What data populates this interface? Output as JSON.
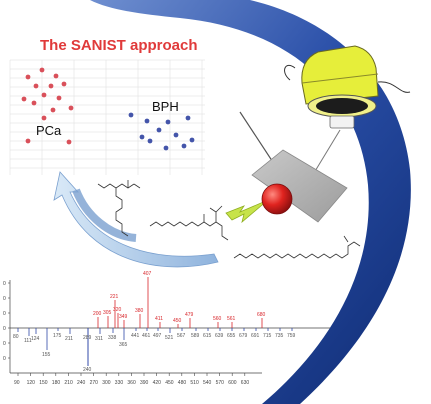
{
  "header": {
    "title": "The SANIST approach"
  },
  "clusters": {
    "pca": {
      "label": "PCa",
      "color": "#d9505a"
    },
    "bph": {
      "label": "BPH",
      "color": "#4455aa"
    }
  },
  "colors": {
    "swoosh_blue": "#1d3f8f",
    "arrow_green": "#c7e34a",
    "ion_source_yellow": "#e6ee3a",
    "droplet_red": "#d91e1e",
    "spectrum_red": "#d8262b",
    "spectrum_blue": "#3048a8",
    "arrow_light_blue": "#a9c6e6"
  },
  "spectrum": {
    "positive_labels": [
      "221",
      "200",
      "305",
      "320",
      "349",
      "380",
      "407",
      "411",
      "450",
      "479",
      "560",
      "561",
      "680"
    ],
    "negative_labels": [
      "80",
      "111",
      "124",
      "155",
      "175",
      "211",
      "289",
      "311",
      "338",
      "365",
      "441",
      "461",
      "497",
      "521",
      "567",
      "589",
      "615",
      "639",
      "655",
      "679",
      "691",
      "715",
      "735",
      "759"
    ],
    "deep_labels": [
      "240"
    ],
    "y_axis_labels": [
      "0",
      "0",
      "0",
      "0",
      "0",
      "0"
    ],
    "x_axis_labels": [
      "90",
      "120",
      "150",
      "180",
      "210",
      "240",
      "270",
      "300",
      "330",
      "360",
      "390",
      "420",
      "450",
      "480",
      "510",
      "540",
      "570",
      "600",
      "630"
    ]
  }
}
